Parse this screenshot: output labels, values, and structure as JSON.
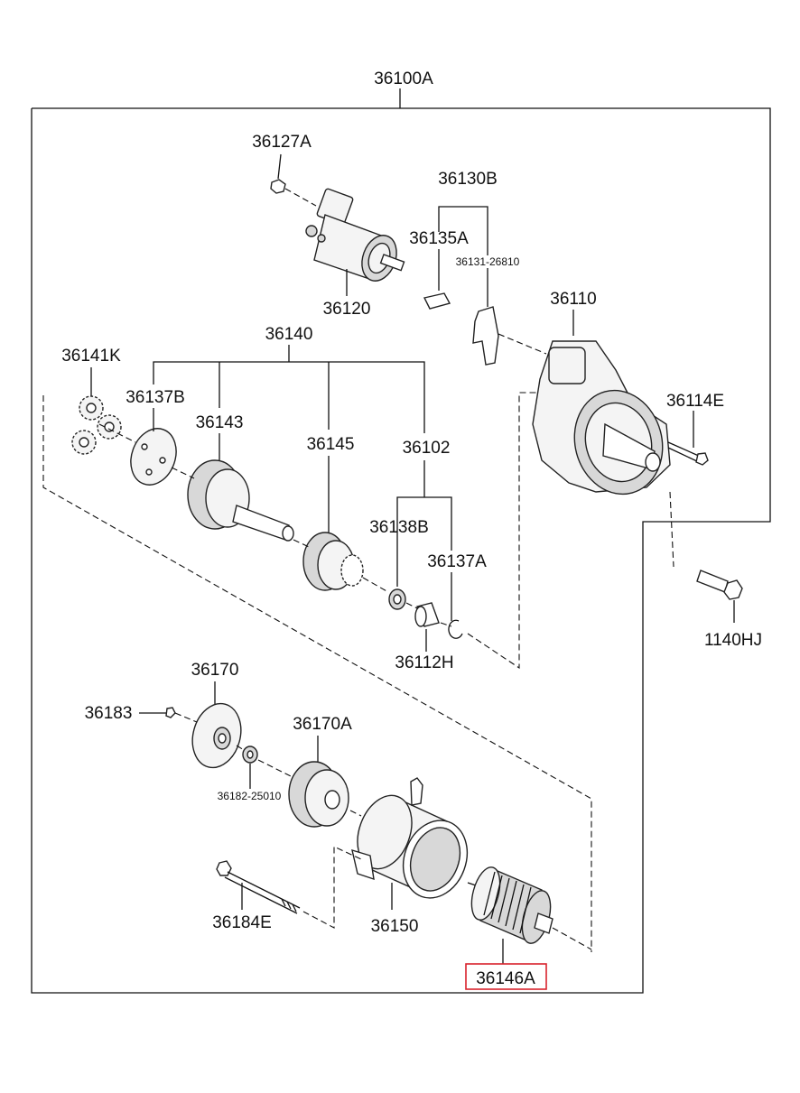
{
  "assembly_label": "36100A",
  "parts": {
    "p36127A": "36127A",
    "p36130B": "36130B",
    "p36135A": "36135A",
    "p36131": "36131-26810",
    "p36120": "36120",
    "p36110": "36110",
    "p36140": "36140",
    "p36141K": "36141K",
    "p36137B": "36137B",
    "p36143": "36143",
    "p36145": "36145",
    "p36102": "36102",
    "p36114E": "36114E",
    "p36138B": "36138B",
    "p36137A": "36137A",
    "p36112H": "36112H",
    "p1140HJ": "1140HJ",
    "p36170": "36170",
    "p36183": "36183",
    "p36170A": "36170A",
    "p36182": "36182-25010",
    "p36184E": "36184E",
    "p36150": "36150",
    "p36146A": "36146A"
  },
  "highlight_color": "#d9232d"
}
